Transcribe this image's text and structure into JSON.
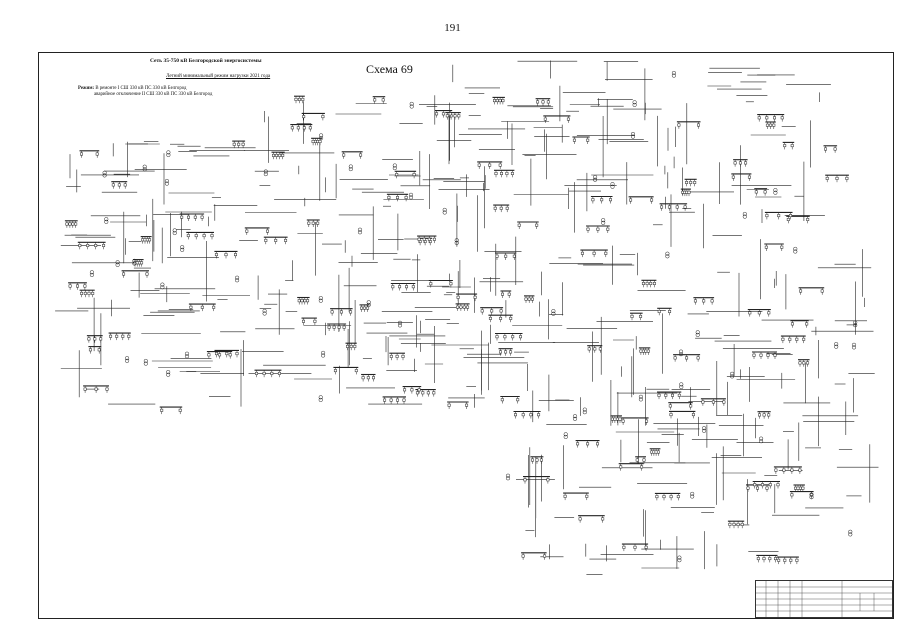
{
  "page": {
    "number": "191"
  },
  "header": {
    "title": "Сеть 35-750 кВ Белгородской энергосистемы",
    "subtitle": "Летний минимальный режим нагрузки 2021 года",
    "scheme_label": "Схема 69"
  },
  "mode": {
    "label": "Режим:",
    "line1": "В ремонте I СШ 330 кВ ПС 330 кВ Белгород",
    "line2": "аварийное отключение II СШ 330 кВ ПС 330 кВ Белгород"
  },
  "colors": {
    "ink": "#222222",
    "paper": "#ffffff"
  }
}
